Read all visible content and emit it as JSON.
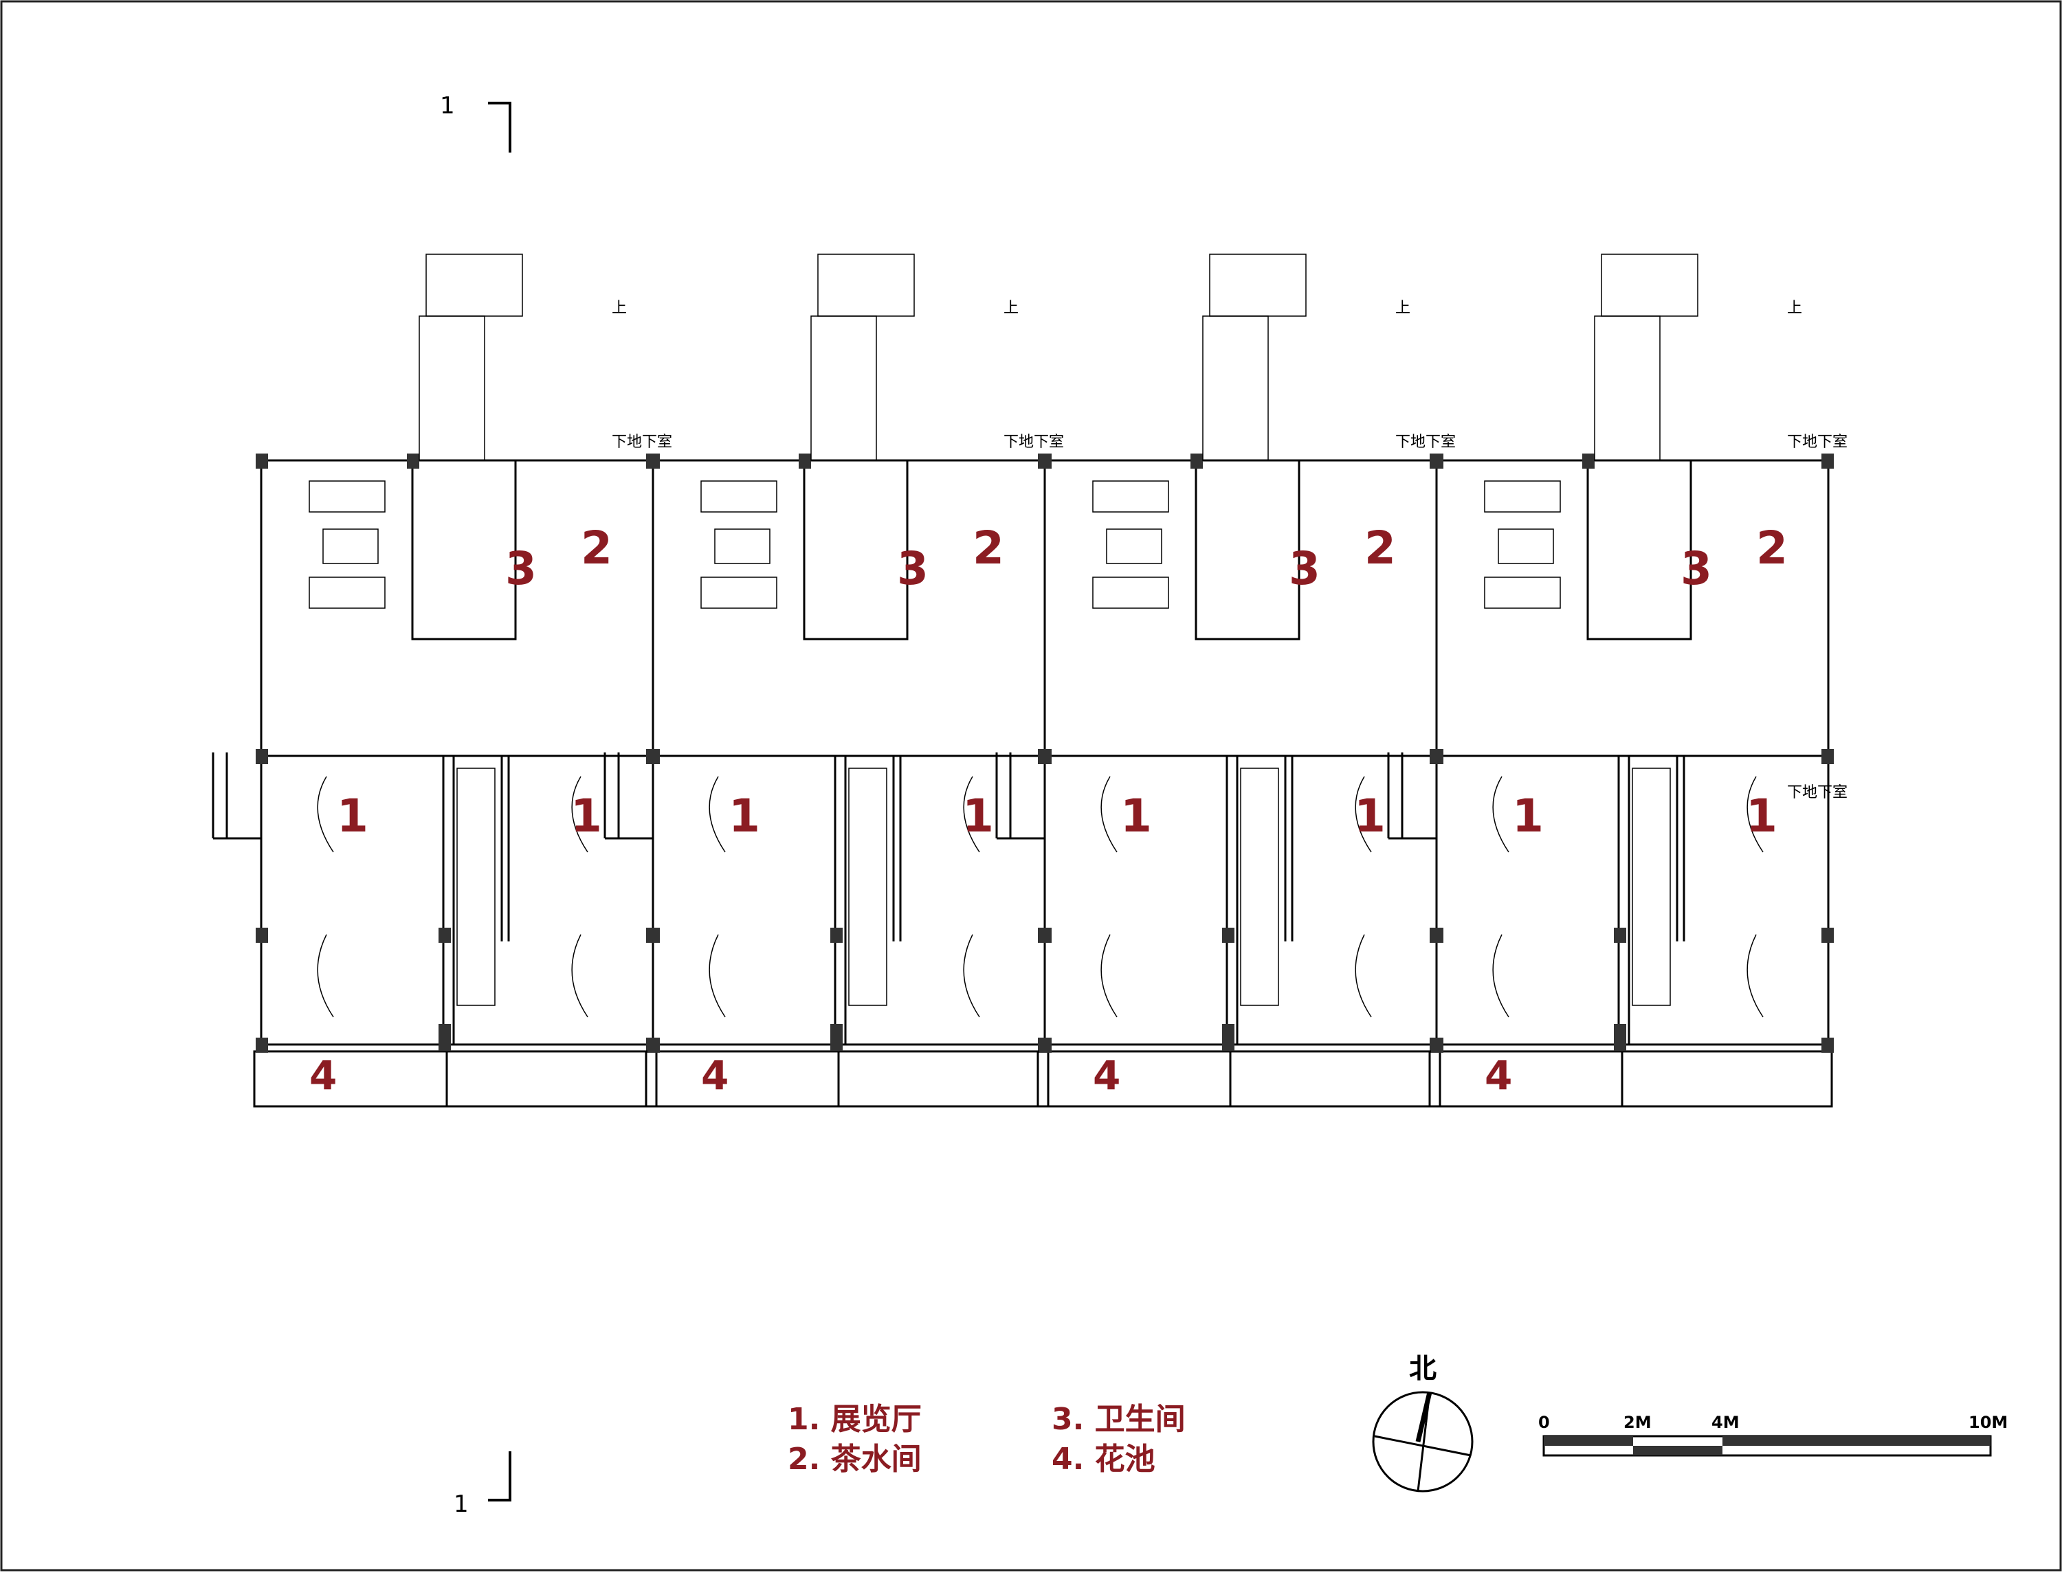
{
  "section_marks": {
    "top": "1",
    "bottom": "1"
  },
  "units": [
    {
      "room_labels": {
        "exhibition_left": "1",
        "exhibition_right": "1",
        "tea_room": "2",
        "toilet": "3",
        "flower_bed": "4"
      },
      "stair_up_label": "上",
      "basement_labels": [
        "下地下室"
      ]
    },
    {
      "room_labels": {
        "exhibition_left": "1",
        "exhibition_right": "1",
        "tea_room": "2",
        "toilet": "3",
        "flower_bed": "4"
      },
      "stair_up_label": "上",
      "basement_labels": [
        "下地下室"
      ]
    },
    {
      "room_labels": {
        "exhibition_left": "1",
        "exhibition_right": "1",
        "tea_room": "2",
        "toilet": "3",
        "flower_bed": "4"
      },
      "stair_up_label": "上",
      "basement_labels": [
        "下地下室"
      ]
    },
    {
      "room_labels": {
        "exhibition_left": "1",
        "exhibition_right": "1",
        "tea_room": "2",
        "toilet": "3",
        "flower_bed": "4"
      },
      "stair_up_label": "上",
      "basement_labels": [
        "下地下室",
        "下地下室"
      ]
    }
  ],
  "legend": [
    {
      "text": "1. 展览厅"
    },
    {
      "text": "2. 茶水间"
    },
    {
      "text": "3. 卫生间"
    },
    {
      "text": "4. 花池"
    }
  ],
  "north_label": "北",
  "scale_bar": {
    "ticks": [
      "0",
      "2M",
      "4M",
      "10M"
    ]
  },
  "colors": {
    "label_red": "#8b1c22",
    "line": "#000000",
    "column": "#333333"
  }
}
